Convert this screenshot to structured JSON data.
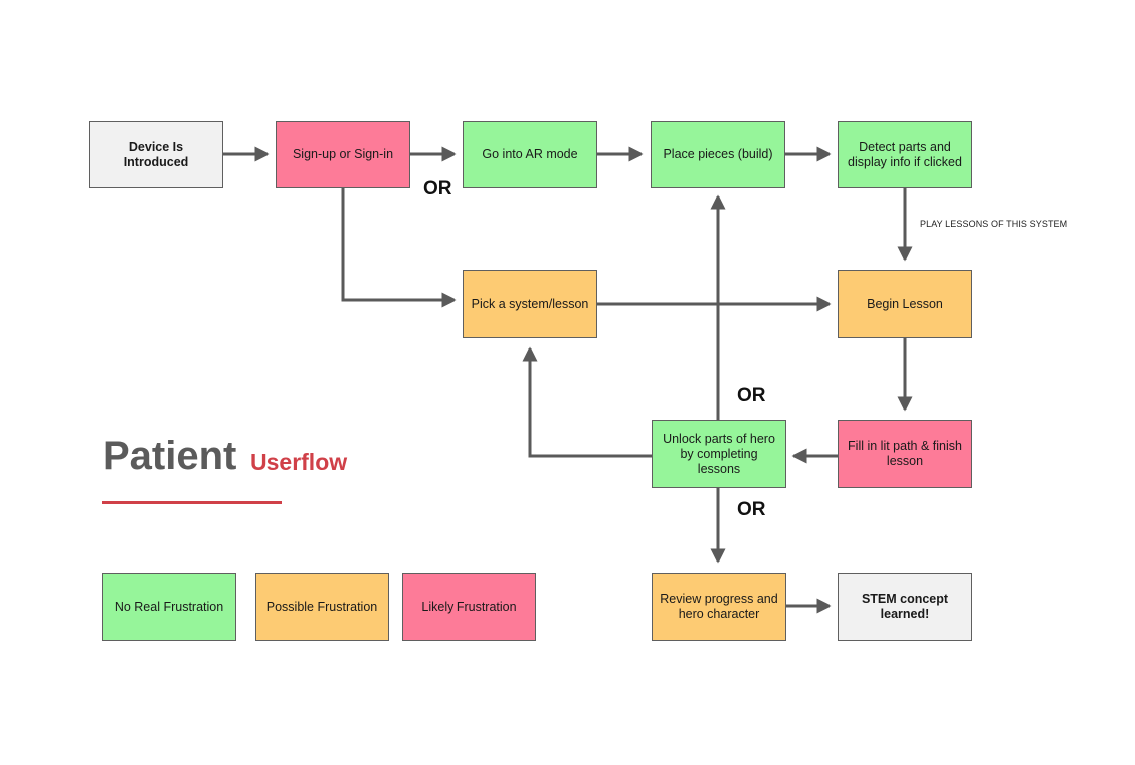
{
  "title": {
    "main": "Patient",
    "sub": "Userflow"
  },
  "nodes": {
    "device": "Device Is Introduced",
    "signup": "Sign-up or Sign-in",
    "ar_mode": "Go into AR mode",
    "place": "Place pieces (build)",
    "detect": "Detect parts and display info if clicked",
    "pick": "Pick a system/lesson",
    "begin": "Begin Lesson",
    "fill": "Fill in lit path & finish lesson",
    "unlock": "Unlock parts of hero by completing lessons",
    "review": "Review progress and hero character",
    "stem": "STEM concept learned!"
  },
  "edge_labels": {
    "play_lessons": "PLAY LESSONS OF THIS SYSTEM",
    "or_1": "OR",
    "or_2": "OR",
    "or_3": "OR"
  },
  "legend": {
    "none": "No Real Frustration",
    "possible": "Possible Frustration",
    "likely": "Likely Frustration"
  },
  "colors": {
    "green": "#96f59a",
    "orange": "#fdcb73",
    "pink": "#fd7b98",
    "gray": "#f1f1f1",
    "arrow": "#5a5a5a",
    "accent": "#d04048"
  }
}
